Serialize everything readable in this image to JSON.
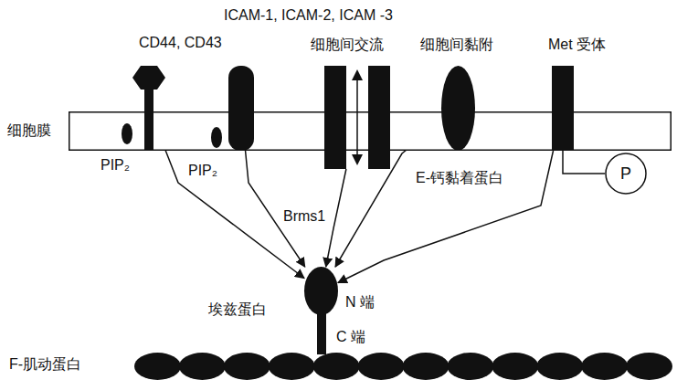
{
  "diagram": {
    "nodes": [
      {
        "text": [
          "细胞膜"
        ]
      },
      {
        "text": [
          "CD44, CD43"
        ]
      },
      {
        "text": [
          "PIP₂"
        ]
      },
      {
        "text": [
          "ICAM-1, ICAM-2, ICAM -3"
        ]
      },
      {
        "text": [
          "PIP₂"
        ]
      },
      {
        "text": [
          "细胞间交流",
          "Brms1"
        ]
      },
      {
        "text": [
          "细胞间黏附",
          "E-钙黏着蛋白"
        ]
      },
      {
        "text": [
          "Met 受体"
        ]
      },
      {
        "text": [
          "P"
        ]
      },
      {
        "text": [
          "N 端",
          "C 端",
          "埃兹蛋白"
        ]
      },
      {
        "text": [
          "F-肌动蛋白"
        ]
      }
    ],
    "edges": [
      {
        "from": 1,
        "to": 9,
        "arrow": "to"
      },
      {
        "from": 3,
        "to": 9,
        "arrow": "to"
      },
      {
        "from": 5,
        "to": 9,
        "arrow": "to"
      },
      {
        "from": 6,
        "to": 9,
        "arrow": "to"
      },
      {
        "from": 7,
        "to": 9,
        "arrow": "to"
      },
      {
        "from": 7,
        "to": 8,
        "arrow": "none"
      }
    ]
  }
}
